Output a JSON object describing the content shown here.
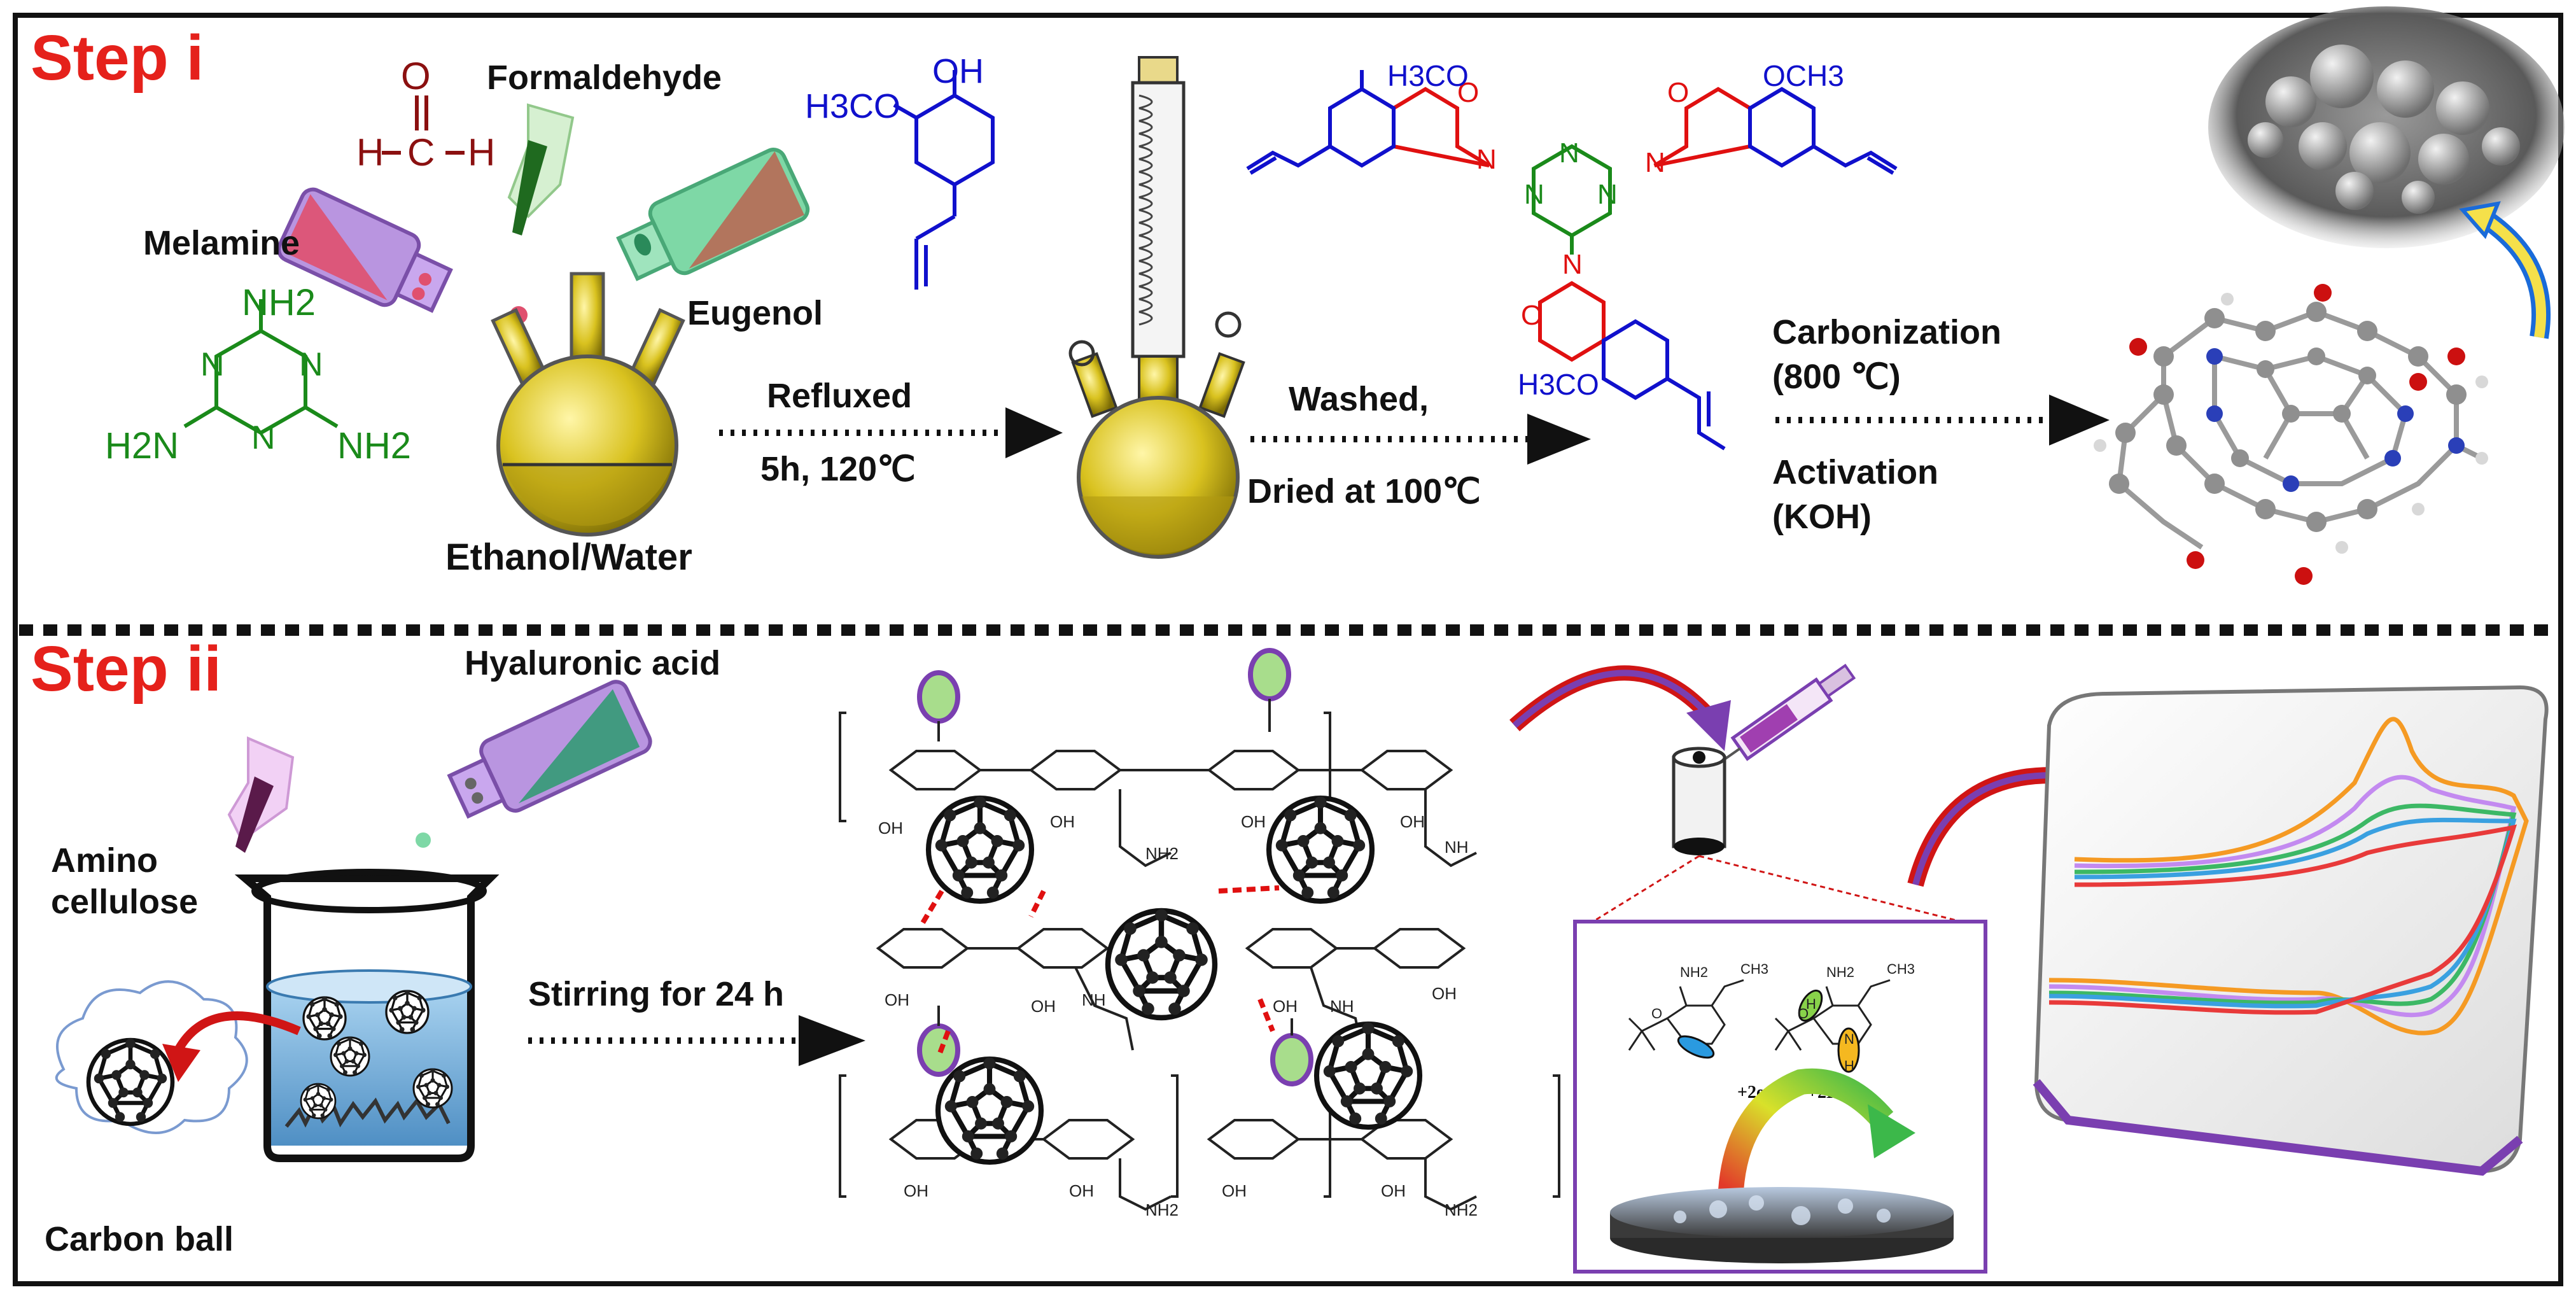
{
  "step1": {
    "title": "Step i",
    "reagents": {
      "formaldehyde": "Formaldehyde",
      "melamine": "Melamine",
      "eugenol": "Eugenol",
      "solvent": "Ethanol/Water"
    },
    "arrow1": {
      "top": "Refluxed",
      "bottom": "5h, 120℃"
    },
    "arrow2": {
      "top": "Washed,",
      "bottom": "Dried at 100℃"
    },
    "arrow3": {
      "line1": "Carbonization",
      "line2": "(800 ℃)",
      "line3": "Activation",
      "line4": "(KOH)"
    },
    "chem": {
      "h3co": "H3CO",
      "oh": "OH",
      "och3": "OCH3",
      "nh2": "NH2",
      "h2n": "H2N",
      "n": "N",
      "o": "O",
      "h": "H",
      "c": "C"
    }
  },
  "step2": {
    "title": "Step ii",
    "reagents": {
      "hyaluronic": "Hyaluronic acid",
      "amino_line1": "Amino",
      "amino_line2": "cellulose",
      "carbon_ball": "Carbon ball"
    },
    "arrow": {
      "label": "Stirring  for 24 h"
    },
    "electrode": {
      "e_label": "+2e⁻",
      "h_label": "+2H⁺"
    },
    "chem": {
      "oh": "OH",
      "nh2": "NH2",
      "nh": "NH",
      "n": "N",
      "h": "H",
      "ch3": "CH3",
      "o": "O"
    }
  },
  "colors": {
    "title_red": "#e5211b",
    "melamine_green": "#1a8a1a",
    "eugenol_blue": "#1010cc",
    "formaldehyde_red": "#8b1010",
    "oxazine_red": "#e01010",
    "arrow_black": "#111111",
    "flask_gold": "#d9c21f",
    "beaker_blue": "#7fb6e0",
    "vial_purple": "#a070c8",
    "vial_green": "#5fc99a",
    "cv_orange": "#f59a23",
    "cv_violet": "#c38af0",
    "cv_green": "#3cb865",
    "cv_blue": "#3aa0e0",
    "cv_red": "#e83a3a"
  }
}
